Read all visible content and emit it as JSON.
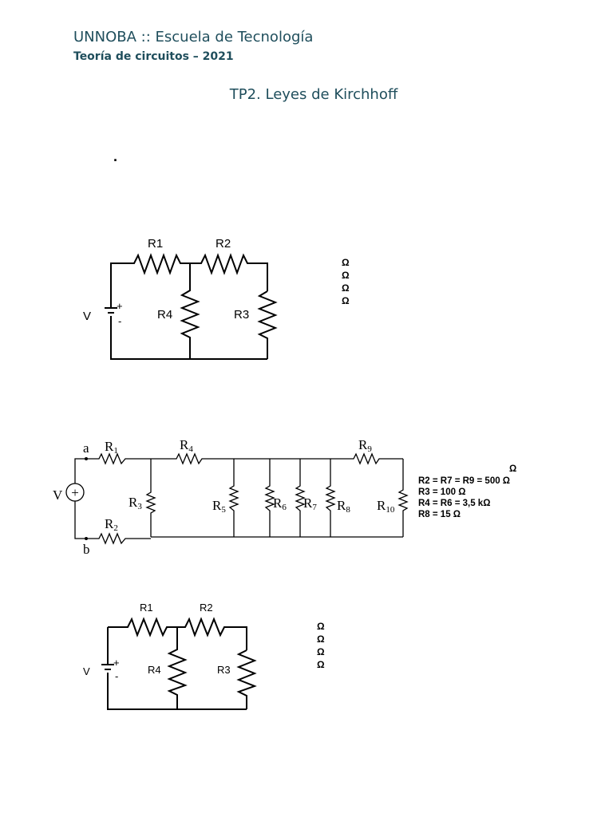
{
  "header": {
    "institution": "UNNOBA :: Escuela de Tecnología",
    "course": "Teoría de circuitos – 2021"
  },
  "title": "TP2. Leyes de Kirchhoff",
  "stray_dot": ".",
  "circuit1": {
    "labels": {
      "r1": "R1",
      "r2": "R2",
      "r3": "R3",
      "r4": "R4",
      "v": "V"
    },
    "battery_plus": "+",
    "battery_minus": "-",
    "ohm_symbols": [
      "Ω",
      "Ω",
      "Ω",
      "Ω"
    ]
  },
  "circuit2": {
    "node_a": "a",
    "node_b": "b",
    "source_label": "V",
    "source_plus": "+",
    "resistors": [
      "1",
      "2",
      "3",
      "4",
      "5",
      "6",
      "7",
      "8",
      "9",
      "10"
    ],
    "resistor_prefix": "R",
    "values": {
      "ohm_top": "Ω",
      "line1": "R2 = R7 = R9 = 500 Ω",
      "line2": "R3 = 100 Ω",
      "line3": "R4 = R6 = 3,5 kΩ",
      "line4": "R8 = 15 Ω"
    }
  },
  "circuit3": {
    "labels": {
      "r1": "R1",
      "r2": "R2",
      "r3": "R3",
      "r4": "R4",
      "v": "V"
    },
    "battery_plus": "+",
    "battery_minus": "-",
    "ohm_symbols": [
      "Ω",
      "Ω",
      "Ω",
      "Ω"
    ]
  }
}
